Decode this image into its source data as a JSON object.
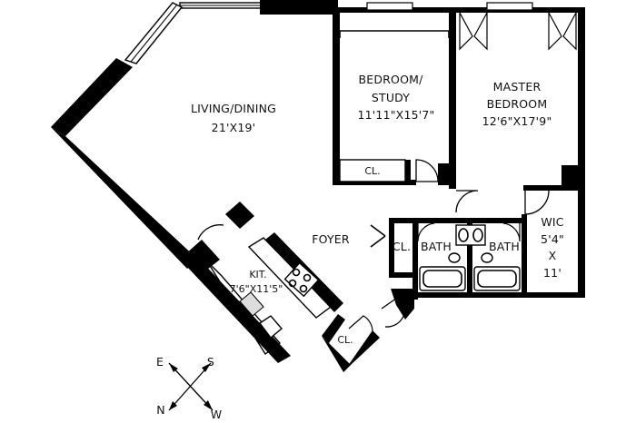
{
  "rooms": {
    "living_dining": {
      "name": "LIVING/DINING",
      "dims": "21'X19'"
    },
    "bedroom_study": {
      "name_line1": "BEDROOM/",
      "name_line2": "STUDY",
      "dims": "11'11\"X15'7\""
    },
    "master_bedroom": {
      "name_line1": "MASTER",
      "name_line2": "BEDROOM",
      "dims": "12'6\"X17'9\""
    },
    "foyer": {
      "name": "FOYER"
    },
    "kitchen": {
      "name": "KIT.",
      "dims": "7'6\"X11'5\""
    },
    "wic": {
      "name": "WIC",
      "dims_line1": "5'4\"",
      "dims_line2": "X",
      "dims_line3": "11'"
    },
    "bath_1": {
      "name": "BATH"
    },
    "bath_2": {
      "name": "BATH"
    },
    "closet_bedroom": {
      "name": "CL."
    },
    "closet_foyer": {
      "name": "CL."
    },
    "closet_entry": {
      "name": "CL."
    }
  },
  "compass": {
    "e": "E",
    "s": "S",
    "n": "N",
    "w": "W"
  }
}
